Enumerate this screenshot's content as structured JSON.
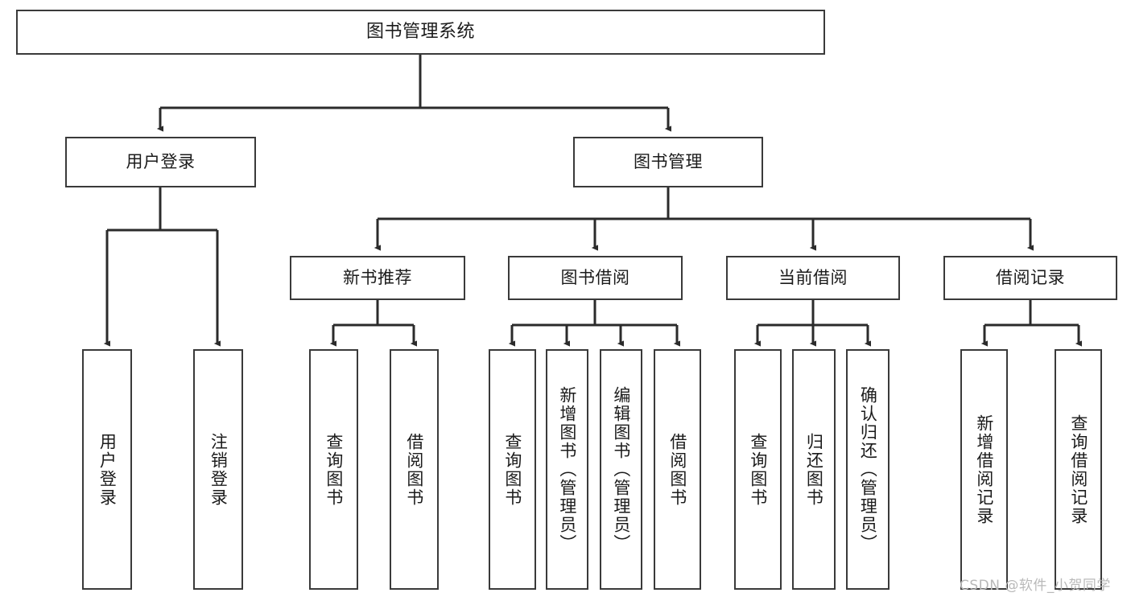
{
  "diagram": {
    "title": "图书管理系统",
    "watermark": "CSDN @软件_小贺同学",
    "colors": {
      "box_border": "#3a3a3a",
      "box_fill": "#ffffff",
      "connector": "#2b2b2b",
      "text": "#1b1b1b",
      "watermark": "#b9b9b9",
      "background": "#ffffff"
    },
    "nodes": {
      "root": {
        "label": "图书管理系统"
      },
      "level2": [
        {
          "label": "用户登录"
        },
        {
          "label": "图书管理"
        }
      ],
      "level3": [
        {
          "label": "新书推荐"
        },
        {
          "label": "图书借阅"
        },
        {
          "label": "当前借阅"
        },
        {
          "label": "借阅记录"
        }
      ],
      "leaves": {
        "user_login": [
          {
            "label": "用户登录"
          },
          {
            "label": "注销登录"
          }
        ],
        "new_book": [
          {
            "label": "查询图书"
          },
          {
            "label": "借阅图书"
          }
        ],
        "book_borrow": [
          {
            "label": "查询图书"
          },
          {
            "label": "新增图书（管理员）"
          },
          {
            "label": "编辑图书（管理员）"
          },
          {
            "label": "借阅图书"
          }
        ],
        "current_borrow": [
          {
            "label": "查询图书"
          },
          {
            "label": "归还图书"
          },
          {
            "label": "确认归还（管理员）"
          }
        ],
        "borrow_record": [
          {
            "label": "新增借阅记录"
          },
          {
            "label": "查询借阅记录"
          }
        ]
      }
    }
  }
}
